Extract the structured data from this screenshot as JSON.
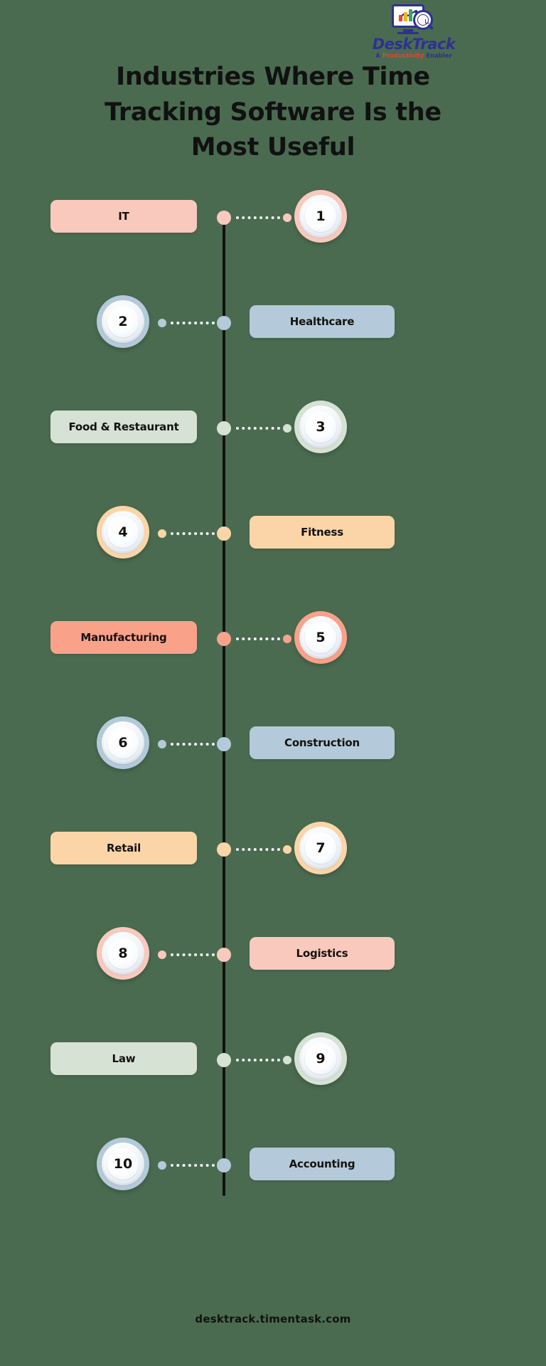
{
  "background_color": "#4a6b50",
  "logo": {
    "brand": "DeskTrack",
    "brand_part1": "Desk",
    "brand_part2": "Track",
    "tagline_a": "A ",
    "tagline_productivity": "Productivity",
    "tagline_enabler": " Enabler",
    "icon_name": "monitor-chart-magnifier-clock",
    "brand_color": "#2e3192",
    "accent_color": "#e8413a"
  },
  "title": {
    "line1": "Industries Where Time",
    "line2": "Tracking Software Is the",
    "line3": "Most Useful"
  },
  "timeline": {
    "spine_color": "#111111",
    "rows": [
      {
        "number": "1",
        "label": "IT",
        "color": "#f9c9be",
        "side": "label-left"
      },
      {
        "number": "2",
        "label": "Healthcare",
        "color": "#b4cada",
        "side": "label-right"
      },
      {
        "number": "3",
        "label": "Food & Restaurant",
        "color": "#d5e2d4",
        "side": "label-left"
      },
      {
        "number": "4",
        "label": "Fitness",
        "color": "#fbd5a8",
        "side": "label-right"
      },
      {
        "number": "5",
        "label": "Manufacturing",
        "color": "#faa18a",
        "side": "label-left"
      },
      {
        "number": "6",
        "label": "Construction",
        "color": "#b4cada",
        "side": "label-right"
      },
      {
        "number": "7",
        "label": "Retail",
        "color": "#fbd5a8",
        "side": "label-left"
      },
      {
        "number": "8",
        "label": "Logistics",
        "color": "#f9c9be",
        "side": "label-right"
      },
      {
        "number": "9",
        "label": "Law",
        "color": "#d5e2d4",
        "side": "label-left"
      },
      {
        "number": "10",
        "label": "Accounting",
        "color": "#b4cada",
        "side": "label-right"
      }
    ]
  },
  "footer": {
    "url": "desktrack.timentask.com"
  }
}
